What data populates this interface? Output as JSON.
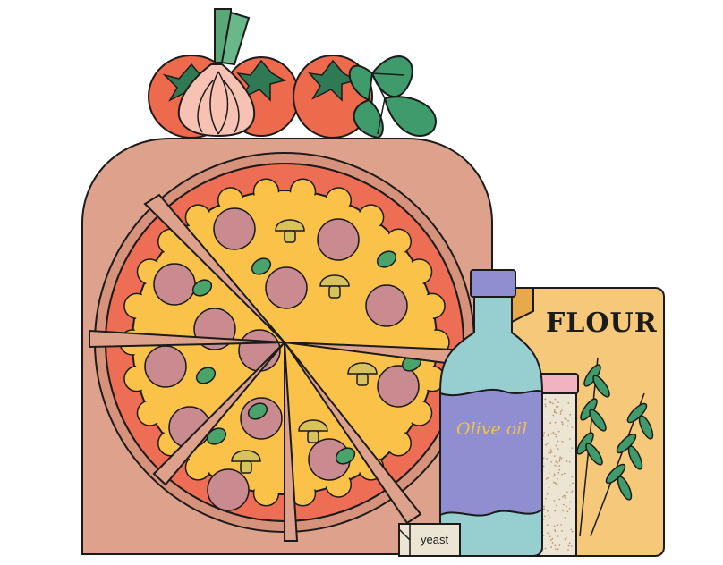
{
  "labels": {
    "flour": "FLOUR",
    "olive_oil": "Olive oil",
    "yeast": "yeast"
  },
  "colors": {
    "oven": "#dea28c",
    "crust": "#ee6e55",
    "cheese": "#fbc24a",
    "pepperoni": "#c98a90",
    "mushroom": "#d8c25c",
    "olive": "#4aa36a",
    "tomato": "#ee6a4c",
    "leaf_green": "#3f9b6b",
    "bottle": "#97cfd0",
    "bottle_band": "#8e8ed0",
    "flour_bag": "#f6c879",
    "jar": "#ece5d3",
    "outline": "#1b1b1b"
  }
}
